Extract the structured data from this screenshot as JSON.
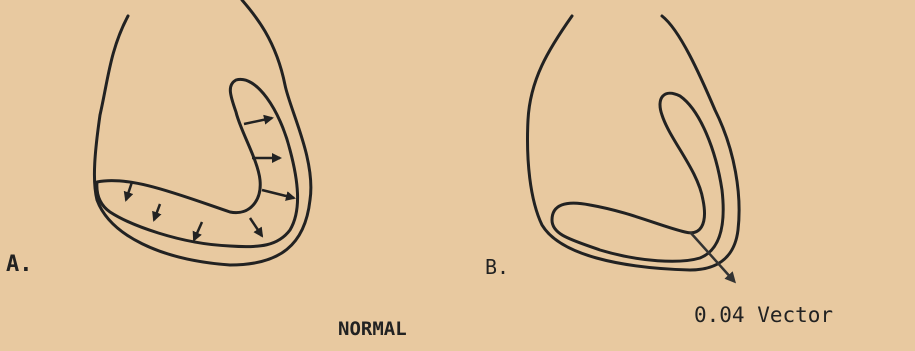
{
  "labels": {
    "panel_a": "A.",
    "panel_b": "B.",
    "vector": "0.04 Vector",
    "caption": "NORMAL"
  },
  "colors": {
    "background": "#e8c9a0",
    "ink": "#222222"
  }
}
